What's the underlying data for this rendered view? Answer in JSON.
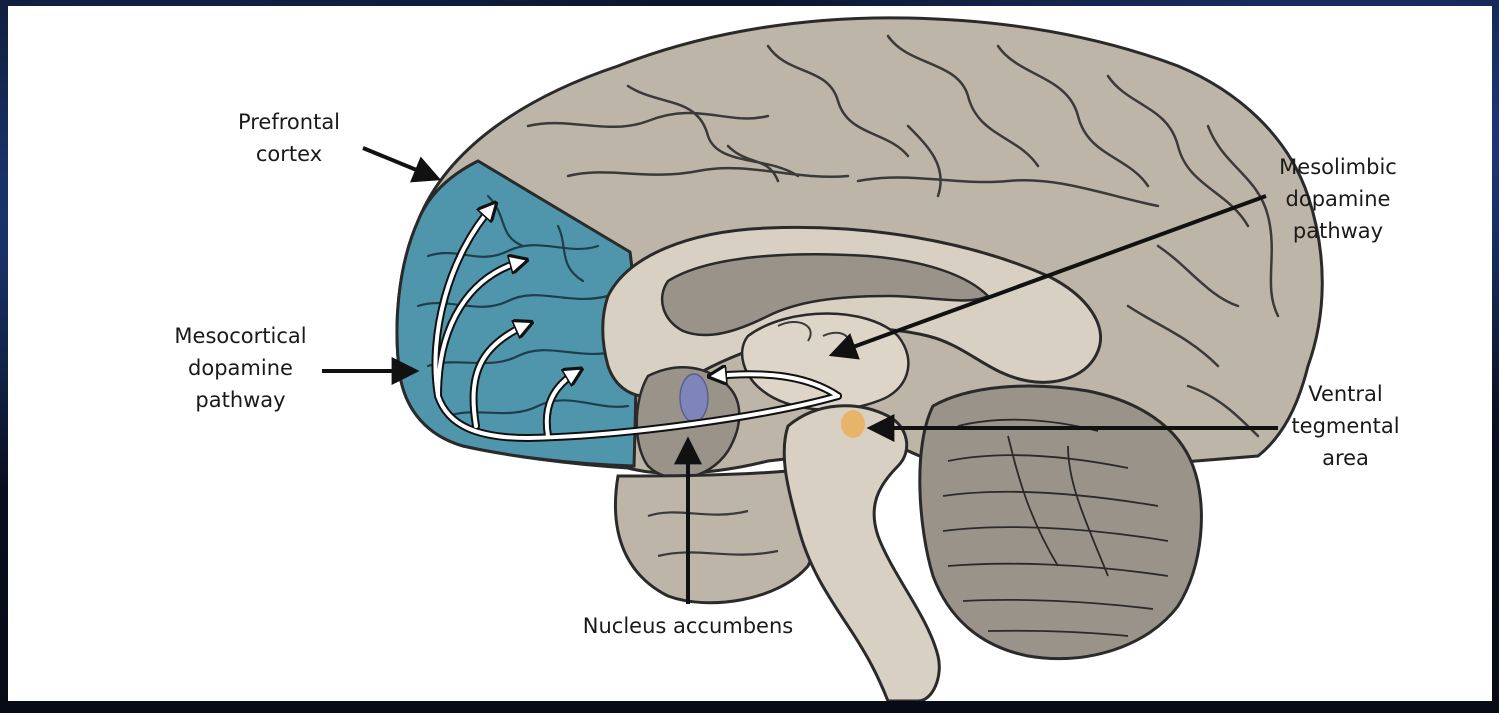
{
  "labels": {
    "prefrontal_cortex": "Prefrontal\ncortex",
    "mesolimbic_pathway": "Mesolimbic\ndopamine\npathway",
    "mesocortical_pathway": "Mesocortical\ndopamine\npathway",
    "ventral_tegmental_area": "Ventral\ntegmental\narea",
    "nucleus_accumbens": "Nucleus accumbens"
  },
  "colors": {
    "background": "#0b1020",
    "panel": "#ffffff",
    "cortex": "#bdb5a8",
    "inner_brain": "#d8d0c3",
    "deep_structure": "#9a938a",
    "prefrontal_region": "#4f96ad",
    "nucleus_accumbens": "#7f85b8",
    "ventral_tegmental_area": "#e8b469",
    "outline": "#2a2a2a",
    "arrow": "#111111"
  }
}
